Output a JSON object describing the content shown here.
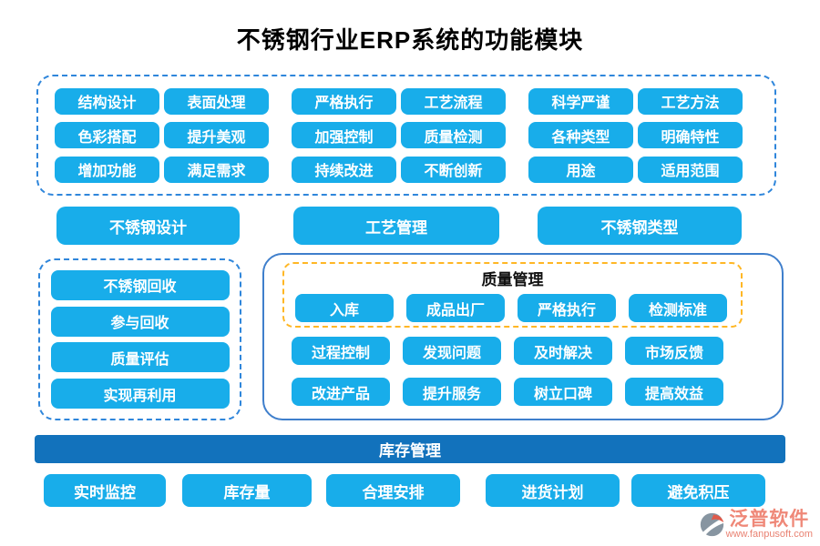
{
  "title": "不锈钢行业ERP系统的功能模块",
  "colors": {
    "node_cyan": "#18adea",
    "banner_blue": "#1272bc",
    "dashed_blue": "#2f86db",
    "quality_border_blue": "#3f7fcc",
    "quality_dashed_orange": "#ffb725",
    "watermark_salmon": "#ef8878"
  },
  "top_features": {
    "items": [
      "结构设计",
      "表面处理",
      "严格执行",
      "工艺流程",
      "科学严谨",
      "工艺方法",
      "色彩搭配",
      "提升美观",
      "加强控制",
      "质量检测",
      "各种类型",
      "明确特性",
      "增加功能",
      "满足需求",
      "持续改进",
      "不断创新",
      "用途",
      "适用范围"
    ]
  },
  "modules": {
    "items": [
      "不锈钢设计",
      "工艺管理",
      "不锈钢类型"
    ]
  },
  "recycle": {
    "items": [
      "不锈钢回收",
      "参与回收",
      "质量评估",
      "实现再利用"
    ]
  },
  "quality": {
    "title": "质量管理",
    "row1": [
      "入库",
      "成品出厂",
      "严格执行",
      "检测标准"
    ],
    "row2": [
      "过程控制",
      "发现问题",
      "及时解决",
      "市场反馈"
    ],
    "row3": [
      "改进产品",
      "提升服务",
      "树立口碑",
      "提高效益"
    ]
  },
  "inventory": {
    "banner": "库存管理",
    "items": [
      "实时监控",
      "库存量",
      "合理安排",
      "进货计划",
      "避免积压"
    ]
  },
  "watermark": {
    "brand": "泛普软件",
    "url": "www.fanpusoft.com"
  }
}
